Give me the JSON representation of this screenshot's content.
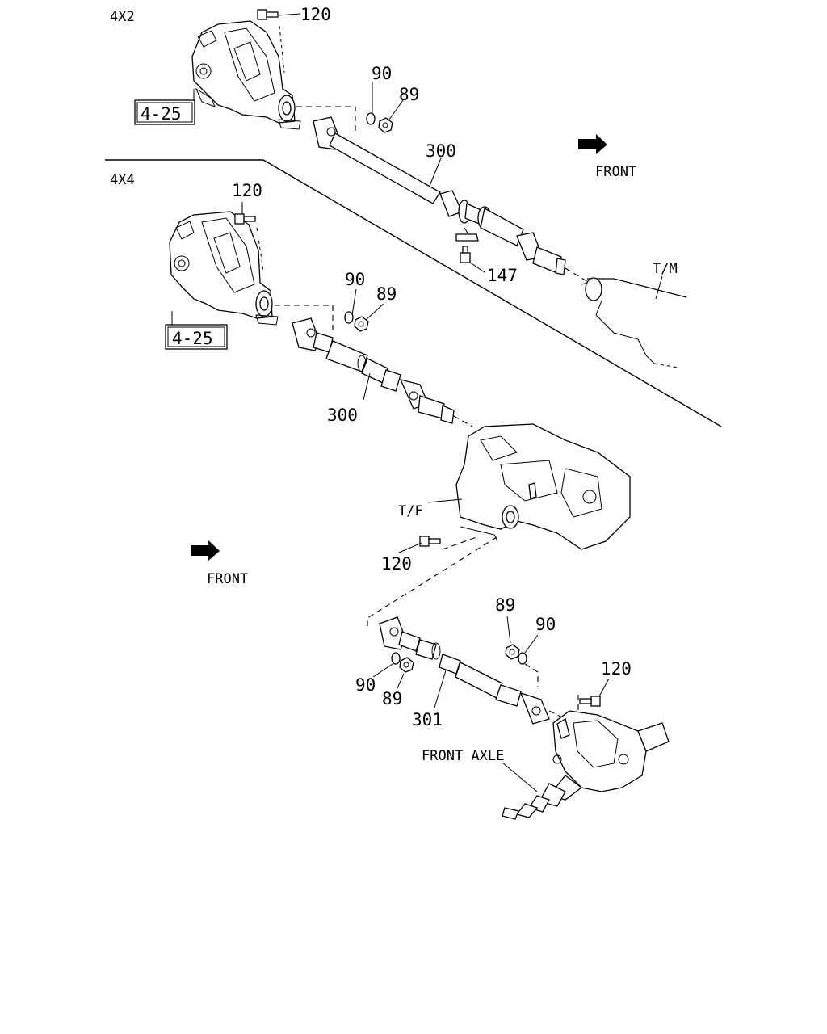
{
  "sections": {
    "top": "4X2",
    "bottom": "4X4"
  },
  "references": {
    "rear_axle_ref_1": "4-25",
    "rear_axle_ref_2": "4-25"
  },
  "callouts": {
    "p120_a": "120",
    "p90_a": "90",
    "p89_a": "89",
    "p300_a": "300",
    "p147": "147",
    "p120_b": "120",
    "p90_b": "90",
    "p89_b": "89",
    "p300_b": "300",
    "p120_c": "120",
    "p89_c": "89",
    "p90_c": "90",
    "p90_d": "90",
    "p89_d": "89",
    "p301": "301",
    "p120_d": "120"
  },
  "component_labels": {
    "transmission": "T/M",
    "transfer": "T/F",
    "front_axle": "FRONT AXLE"
  },
  "direction": {
    "front_1": "FRONT",
    "front_2": "FRONT"
  }
}
